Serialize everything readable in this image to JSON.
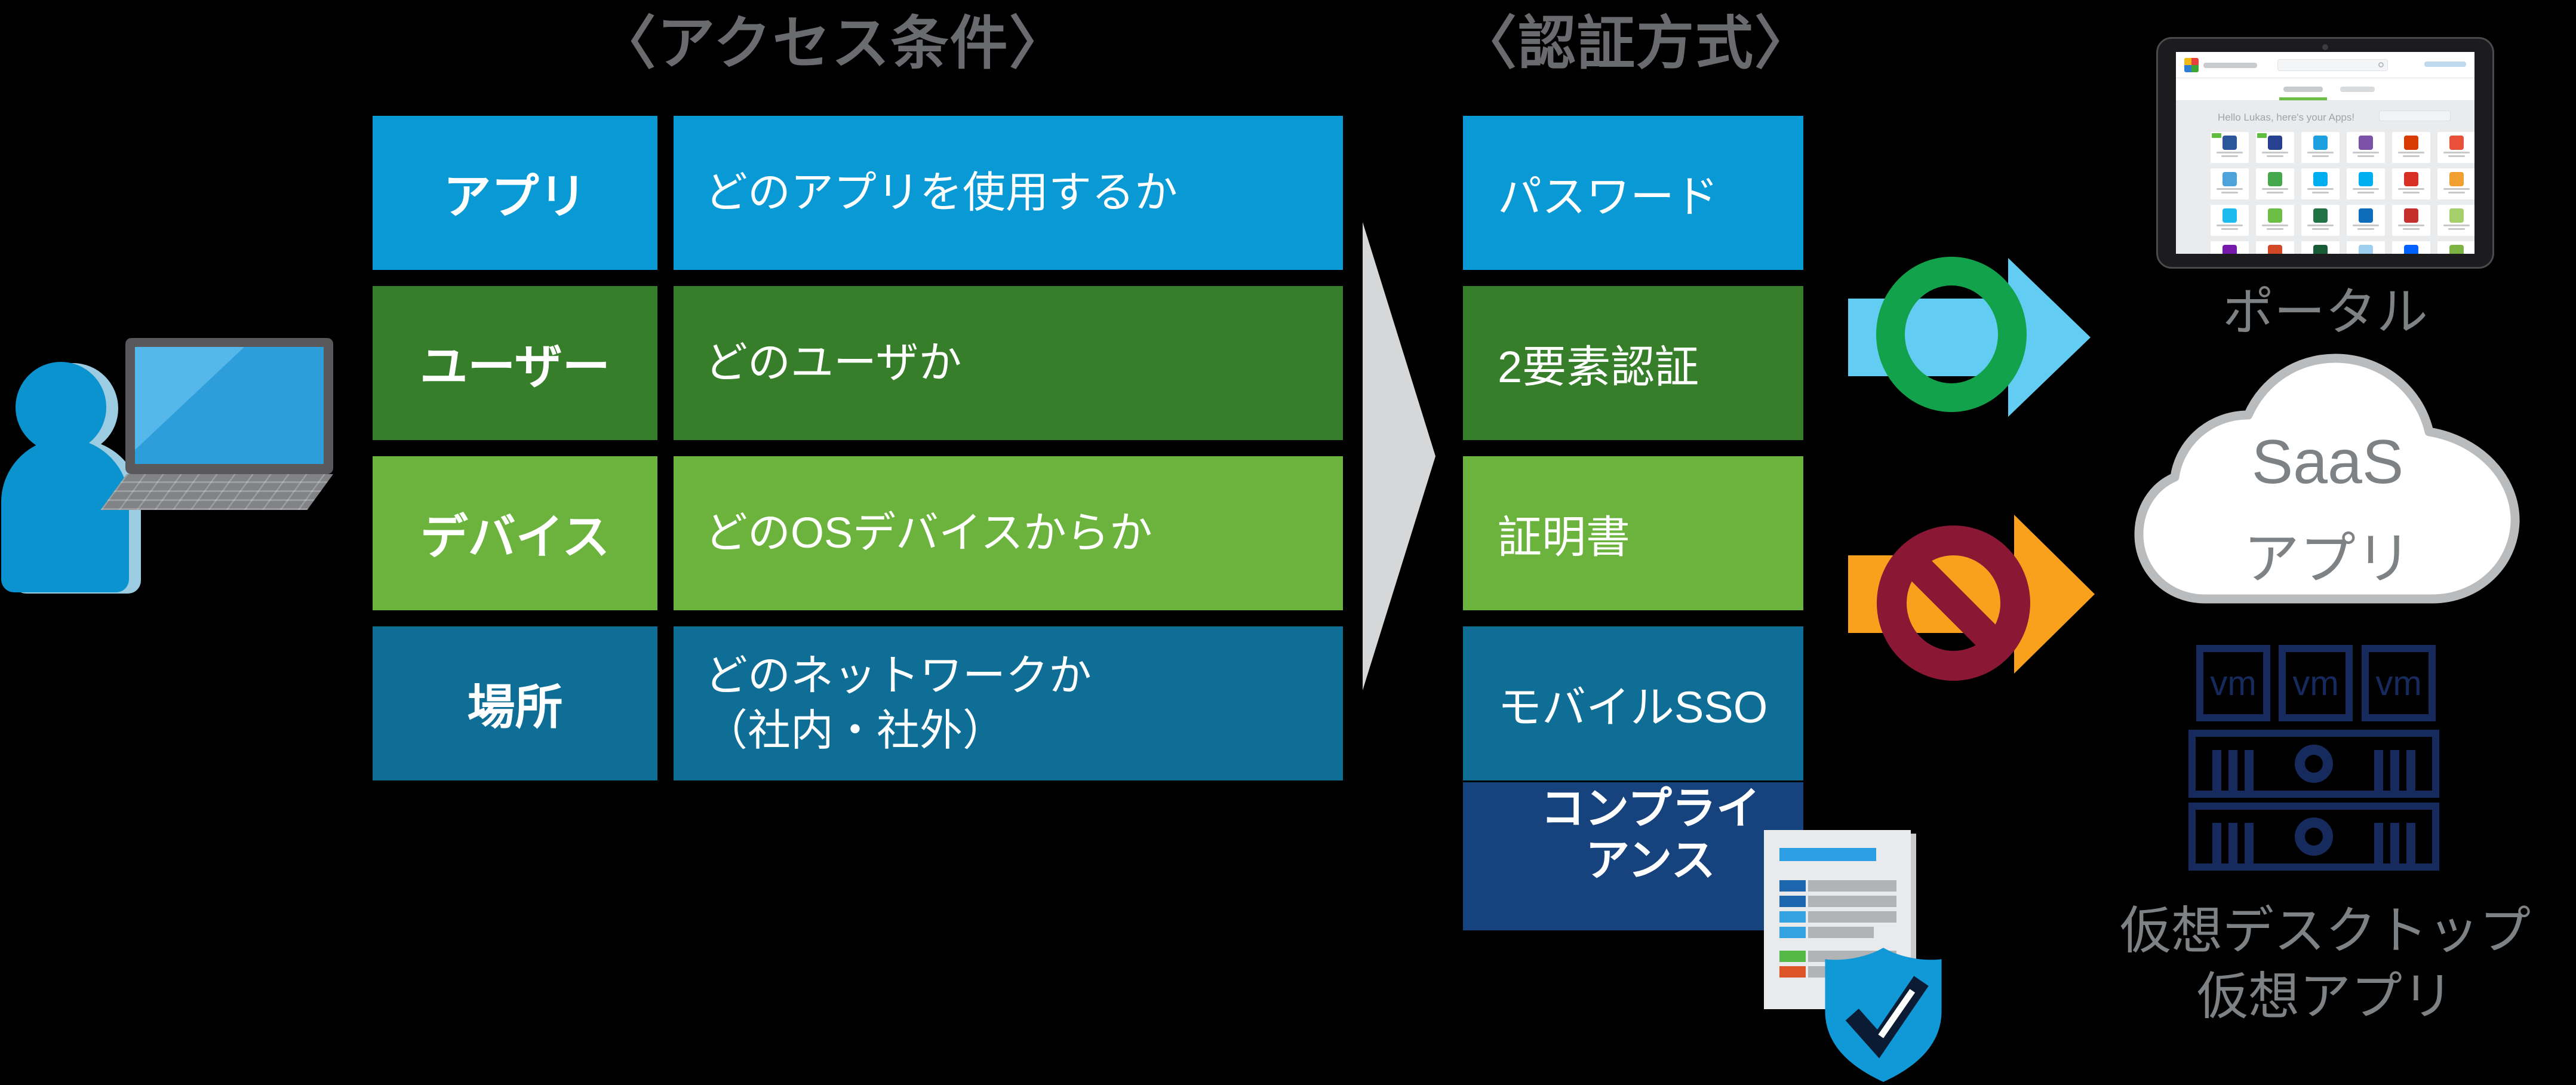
{
  "headers": {
    "access": "〈アクセス条件〉",
    "auth": "〈認証方式〉"
  },
  "access_table": {
    "rows": [
      {
        "label": "アプリ",
        "desc": "どのアプリを使用するか",
        "color": "#0999D5"
      },
      {
        "label": "ユーザー",
        "desc": "どのユーザか",
        "color": "#377E2B"
      },
      {
        "label": "デバイス",
        "desc": "どのOSデバイスからか",
        "color": "#6CB33E"
      },
      {
        "label": "場所",
        "desc": "どのネットワークか",
        "desc2": "（社内・社外）",
        "color": "#0E6E96"
      }
    ]
  },
  "auth_methods": {
    "items": [
      {
        "label": "パスワード",
        "color": "#0999D5"
      },
      {
        "label": "2要素認証",
        "color": "#377E2B"
      },
      {
        "label": "証明書",
        "color": "#6CB33E"
      },
      {
        "label": "モバイルSSO",
        "color": "#0E6E96"
      },
      {
        "label": "コンプライアンス",
        "line1": "コンプライ",
        "line2": "アンス",
        "color": "#16427E"
      }
    ]
  },
  "outcomes": {
    "allow": {
      "icon": "green-ring-with-sky-arrow",
      "ring_color": "#12A24B",
      "arrow_color": "#63CCF3"
    },
    "deny": {
      "icon": "prohibition-sign-with-orange-arrow",
      "ring_color": "#8A1835",
      "arrow_color": "#F9A11D"
    }
  },
  "targets": {
    "portal": {
      "label": "ポータル",
      "greeting": "Hello Lukas, here's your Apps!",
      "tile_colors": [
        "#2B579A",
        "#27408F",
        "#1E9FE0",
        "#7B52A8",
        "#D83B01",
        "#E8503A",
        "#4FA3DC",
        "#46A84C",
        "#00ADEF",
        "#00AFF0",
        "#D93025",
        "#F0A030",
        "#1EBBEE",
        "#6CBE45",
        "#217346",
        "#0F6CBD",
        "#C4302B",
        "#A5CF6B",
        "#7719AA",
        "#D24726",
        "#185C37",
        "#9ECFF0",
        "#0061FF",
        "#7CB342"
      ]
    },
    "saas": {
      "line1": "SaaS",
      "line2": "アプリ"
    },
    "virtual": {
      "vm_badge": "vm",
      "label_line1": "仮想デスクトップ",
      "label_line2": "仮想アプリ"
    }
  },
  "colors": {
    "background": "#000000",
    "header_text": "#6A6B6E",
    "flow_arrow": "#D6D7D8",
    "target_label_text": "#7F8285",
    "vm_outline": "#172A5E",
    "shield": "#1099D6",
    "person": "#0A93CF",
    "person_shadow": "#9BCCE1"
  }
}
